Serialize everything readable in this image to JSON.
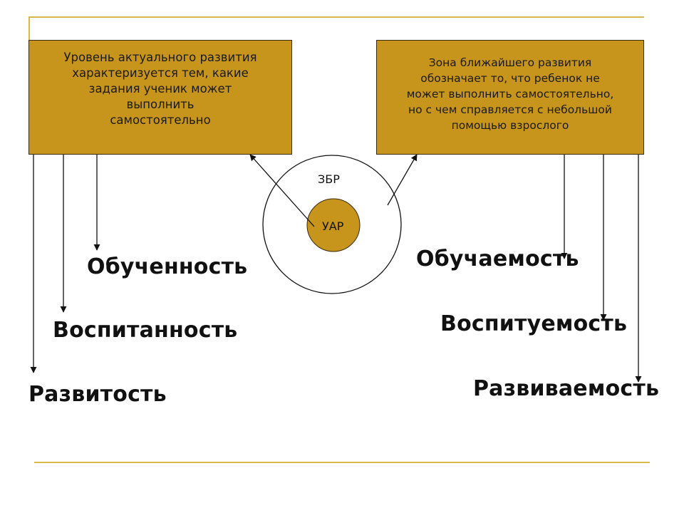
{
  "left_box": {
    "lines": [
      "Уровень актуального развития",
      "характеризуется тем, какие",
      "задания ученик может",
      "выполнить",
      "самостоятельно"
    ]
  },
  "right_box": {
    "lines": [
      "Зона ближайшего развития",
      "обозначает  то, что ребенок не",
      "может выполнить самостоятельно,",
      "но с чем  справляется с небольшой",
      "помощью взрослого"
    ]
  },
  "center": {
    "outer_label": "ЗБР",
    "inner_label": "УАР"
  },
  "left_terms": [
    "Обученность",
    "Воспитанность",
    "Развитость"
  ],
  "right_terms": [
    "Обучаемость",
    "Воспитуемость",
    "Развиваемость"
  ],
  "colors": {
    "box_fill": "#c8951c",
    "rule": "#d9b84a",
    "inner_circle": "#c8951c"
  }
}
